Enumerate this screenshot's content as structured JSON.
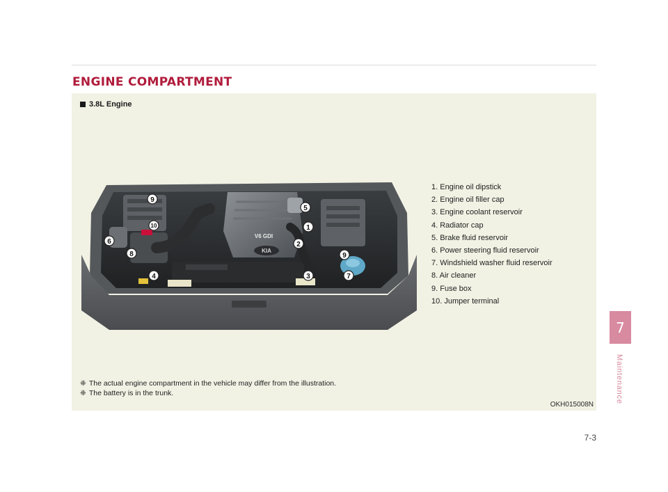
{
  "page": {
    "title": "ENGINE COMPARTMENT"
  },
  "panel": {
    "subtitle": "3.8L Engine",
    "parts": [
      "1. Engine oil dipstick",
      "2. Engine oil filler cap",
      "3. Engine coolant reservoir",
      "4. Radiator cap",
      "5. Brake fluid reservoir",
      "6. Power steering fluid reservoir",
      "7. Windshield washer fluid reservoir",
      "8. Air cleaner",
      "9. Fuse box",
      "10. Jumper terminal"
    ],
    "callouts": [
      "9",
      "10",
      "6",
      "8",
      "4",
      "5",
      "1",
      "2",
      "9",
      "3",
      "7"
    ],
    "engine_cover_text": "V6 GDI",
    "logo_text": "KIA",
    "notes": [
      {
        "mark": "❈",
        "text": "The actual engine compartment in the vehicle may differ from the illustration."
      },
      {
        "mark": "❈",
        "text": "The battery is in the trunk."
      }
    ],
    "image_code": "OKH015008N"
  },
  "chapter": {
    "number": "7",
    "label": "Maintenance"
  },
  "page_number": "7-3",
  "colors": {
    "accent": "#b01c3c",
    "panel_bg": "#f1f2e4",
    "tab": "#d88aa0",
    "callout": "#ffffff"
  }
}
